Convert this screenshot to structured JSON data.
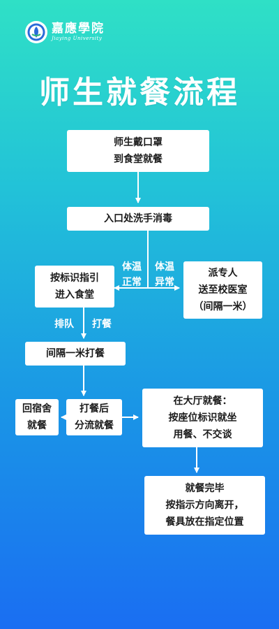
{
  "logo": {
    "cn": "嘉應學院",
    "en": "Jiaying University"
  },
  "title": "师生就餐流程",
  "boxes": {
    "b1": "师生戴口罩\n到食堂就餐",
    "b2": "入口处洗手消毒",
    "b3": "按标识指引\n进入食堂",
    "b4": "派专人\n送至校医室\n（间隔一米）",
    "b5": "间隔一米打餐",
    "b6": "回宿舍\n就餐",
    "b7": "打餐后\n分流就餐",
    "b8": "在大厅就餐：\n按座位标识就坐\n用餐、不交谈",
    "b9": "就餐完毕\n按指示方向离开，\n餐具放在指定位置"
  },
  "labels": {
    "temp_normal": "体温\n正常",
    "temp_abnormal": "体温\n异常",
    "queue": "排队",
    "get_meal": "打餐"
  },
  "colors": {
    "bg_top": "#2fe0c6",
    "bg_bottom": "#1a6ef2",
    "box": "#ffffff",
    "line": "#ffffff"
  }
}
